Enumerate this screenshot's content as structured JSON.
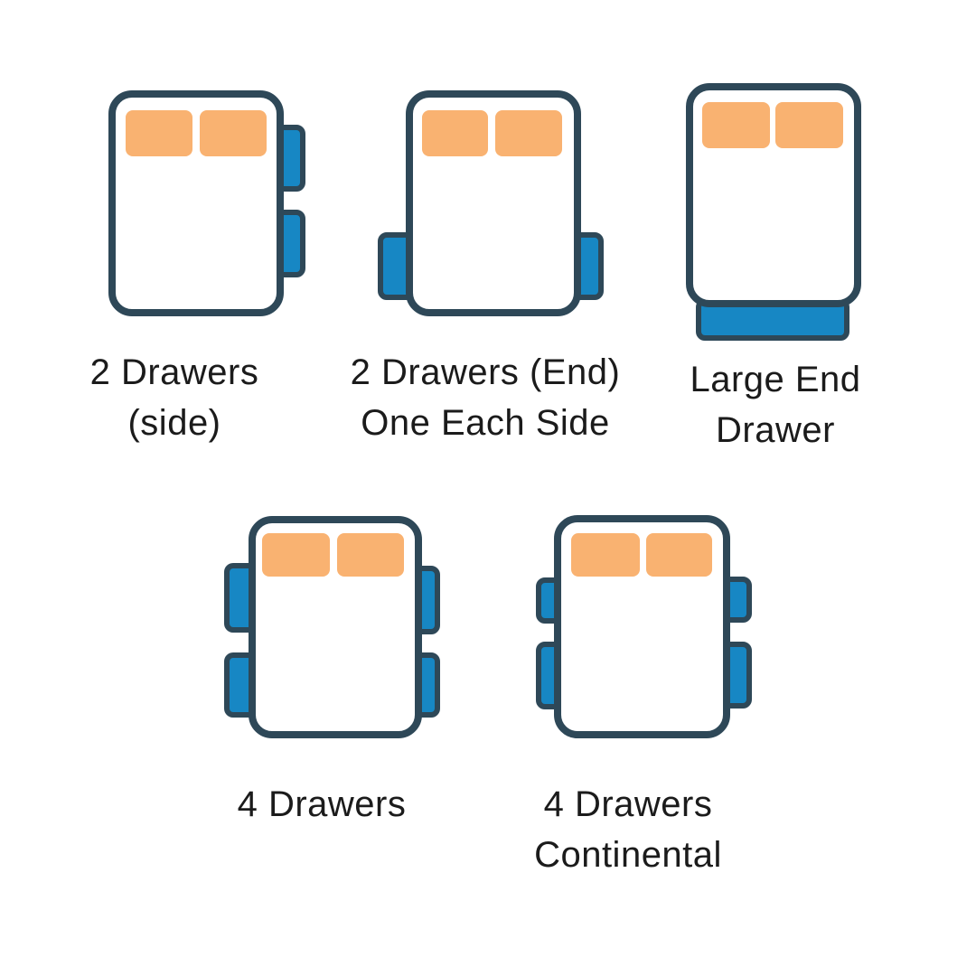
{
  "colors": {
    "bg": "#ffffff",
    "bed_fill": "#ffffff",
    "outline": "#2E4858",
    "drawer": "#1787C4",
    "pillow": "#F9B271",
    "text": "#1B1B1B"
  },
  "figures": [
    {
      "id": "2-drawers-side",
      "label_lines": [
        "2 Drawers",
        "(side)"
      ],
      "pillow_count": 2,
      "drawer_layout": "two-drawers-right-side"
    },
    {
      "id": "2-drawers-end-one-each-side",
      "label_lines": [
        "2 Drawers (End)",
        "One Each Side"
      ],
      "pillow_count": 2,
      "drawer_layout": "one-drawer-each-side-foot-end"
    },
    {
      "id": "large-end-drawer",
      "label_lines": [
        "Large End",
        "Drawer"
      ],
      "pillow_count": 2,
      "drawer_layout": "single-large-drawer-foot-end"
    },
    {
      "id": "4-drawers",
      "label_lines": [
        "4 Drawers"
      ],
      "pillow_count": 2,
      "drawer_layout": "two-drawers-each-side"
    },
    {
      "id": "4-drawers-continental",
      "label_lines": [
        "4 Drawers",
        "Continental"
      ],
      "pillow_count": 2,
      "drawer_layout": "two-drawers-each-side-continental"
    }
  ]
}
